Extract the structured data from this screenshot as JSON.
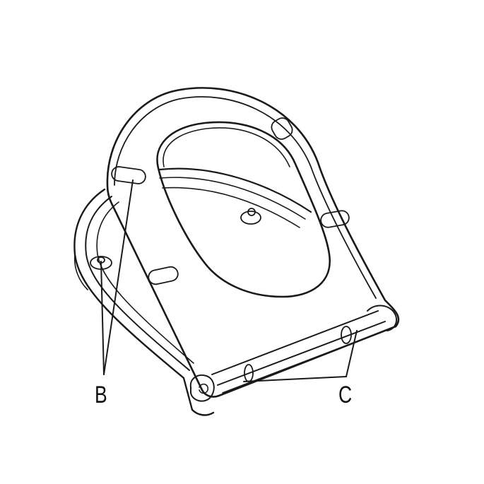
{
  "diagram": {
    "subject": "toilet seat with lid open (underside view)",
    "labels": {
      "b": "B",
      "c": "C"
    },
    "callouts": [
      {
        "label": "B",
        "points_to": [
          "bumper pad on lid",
          "fixing post on seat base"
        ]
      },
      {
        "label": "C",
        "points_to": [
          "hinge sleeve left",
          "hinge sleeve right"
        ]
      }
    ],
    "colors": {
      "line": "#1a1a1a",
      "background": "#ffffff"
    }
  }
}
